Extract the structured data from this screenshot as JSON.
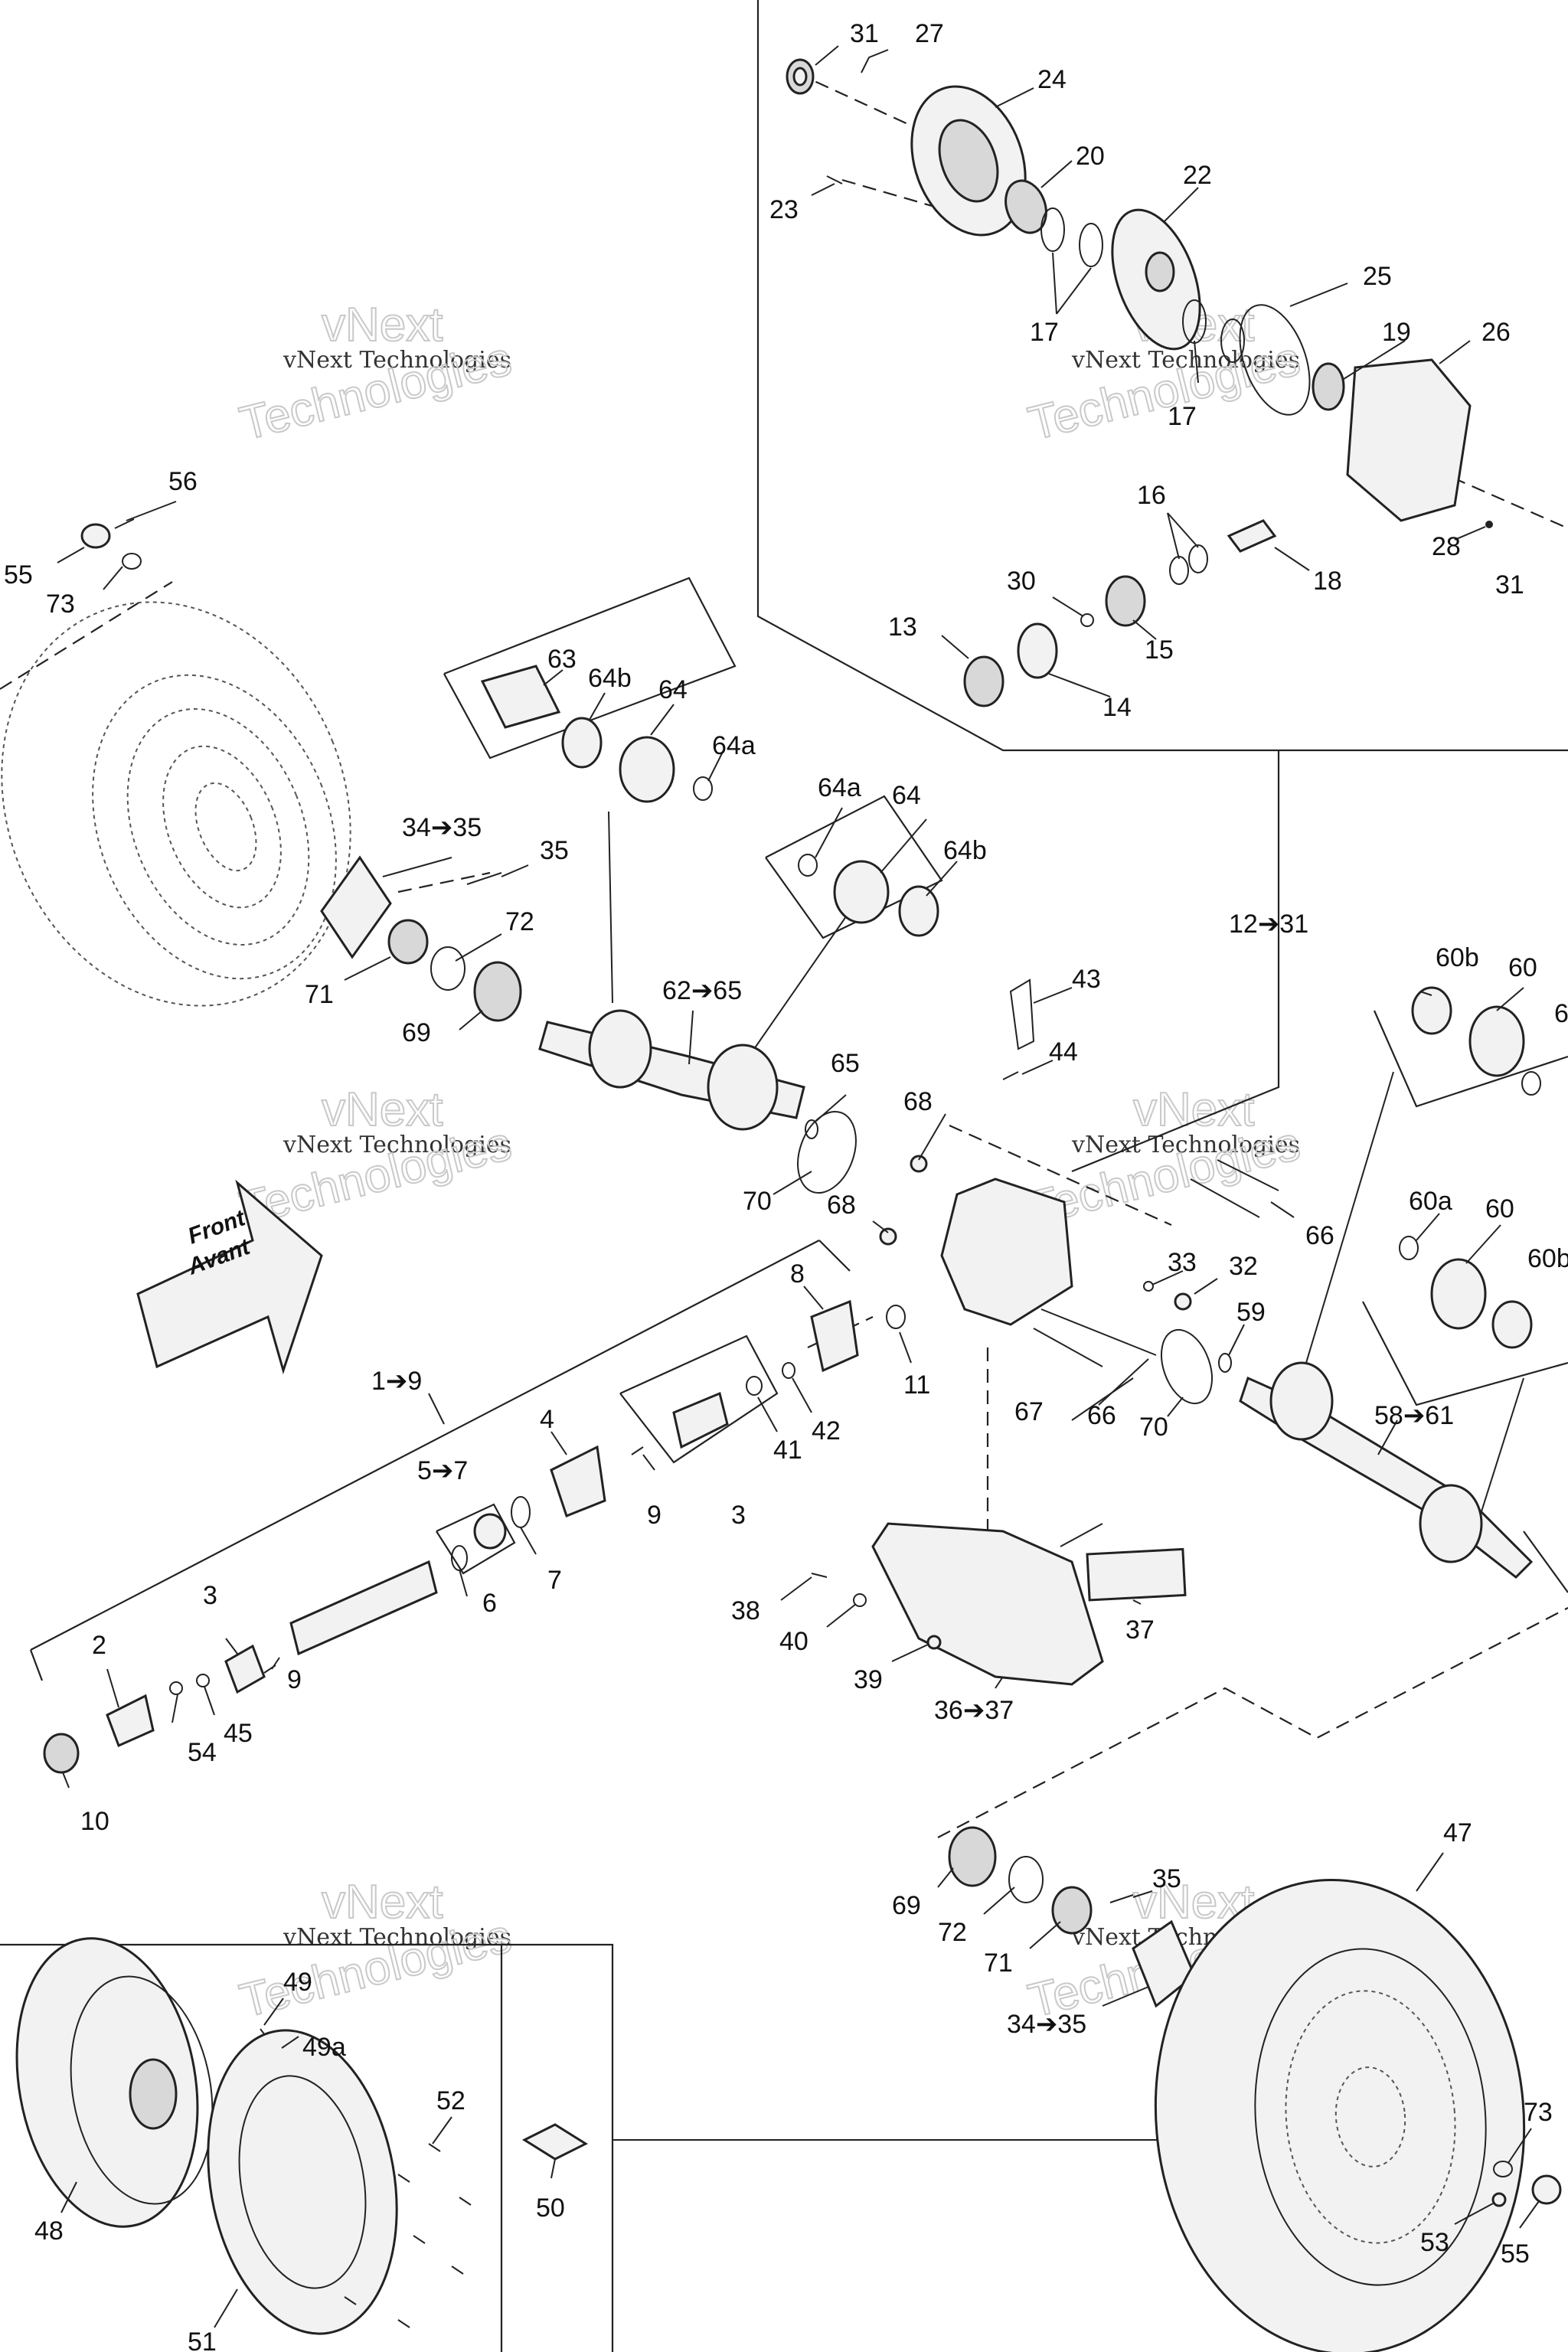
{
  "watermark": {
    "line1": "vNext",
    "line2": "vNext Technologies",
    "line3": "Technologies"
  },
  "front_arrow": {
    "line1": "Front",
    "line2": "Avant"
  },
  "labels": {
    "l31a": "31",
    "l27": "27",
    "l24": "24",
    "l20": "20",
    "l23": "23",
    "l22": "22",
    "l17a": "17",
    "l25": "25",
    "l19": "19",
    "l26": "26",
    "l17b": "17",
    "l16": "16",
    "l18": "18",
    "l28": "28",
    "l31b": "31",
    "l30": "30",
    "l13": "13",
    "l15": "15",
    "l14": "14",
    "l56": "56",
    "l55a": "55",
    "l73a": "73",
    "l63": "63",
    "l64b_a": "64b",
    "l64_a": "64",
    "l64a_a": "64a",
    "l34_35a": "34➔35",
    "l35a": "35",
    "l72a": "72",
    "l71a": "71",
    "l69a": "69",
    "l64a_b": "64a",
    "l64_b": "64",
    "l64b_b": "64b",
    "l12_31": "12➔31",
    "l62_65": "62➔65",
    "l65": "65",
    "l70a": "70",
    "l68a": "68",
    "l68b": "68",
    "l43": "43",
    "l44": "44",
    "l66a": "66",
    "l60b_a": "60b",
    "l60_a": "60",
    "l6x": "6",
    "l60a_b": "60a",
    "l60_b": "60",
    "l60b_b": "60b",
    "l33": "33",
    "l32": "32",
    "l59": "59",
    "l8": "8",
    "l11": "11",
    "l1_9": "1➔9",
    "l4": "4",
    "l41": "41",
    "l42": "42",
    "l3a": "3",
    "l67": "67",
    "l66b": "66",
    "l70b": "70",
    "l58_61": "58➔61",
    "l5_7": "5➔7",
    "l7": "7",
    "l6": "6",
    "l9a": "9",
    "l3b": "3",
    "l2": "2",
    "l9b": "9",
    "l54": "54",
    "l45": "45",
    "l10": "10",
    "l38": "38",
    "l40": "40",
    "l39": "39",
    "l37": "37",
    "l36_37": "36➔37",
    "l47": "47",
    "l35b": "35",
    "l69b": "69",
    "l72b": "72",
    "l71b": "71",
    "l34_35b": "34➔35",
    "l49": "49",
    "l49a": "49a",
    "l52": "52",
    "l48": "48",
    "l51": "51",
    "l50": "50",
    "l73b": "73",
    "l53": "53",
    "l55b": "55"
  }
}
